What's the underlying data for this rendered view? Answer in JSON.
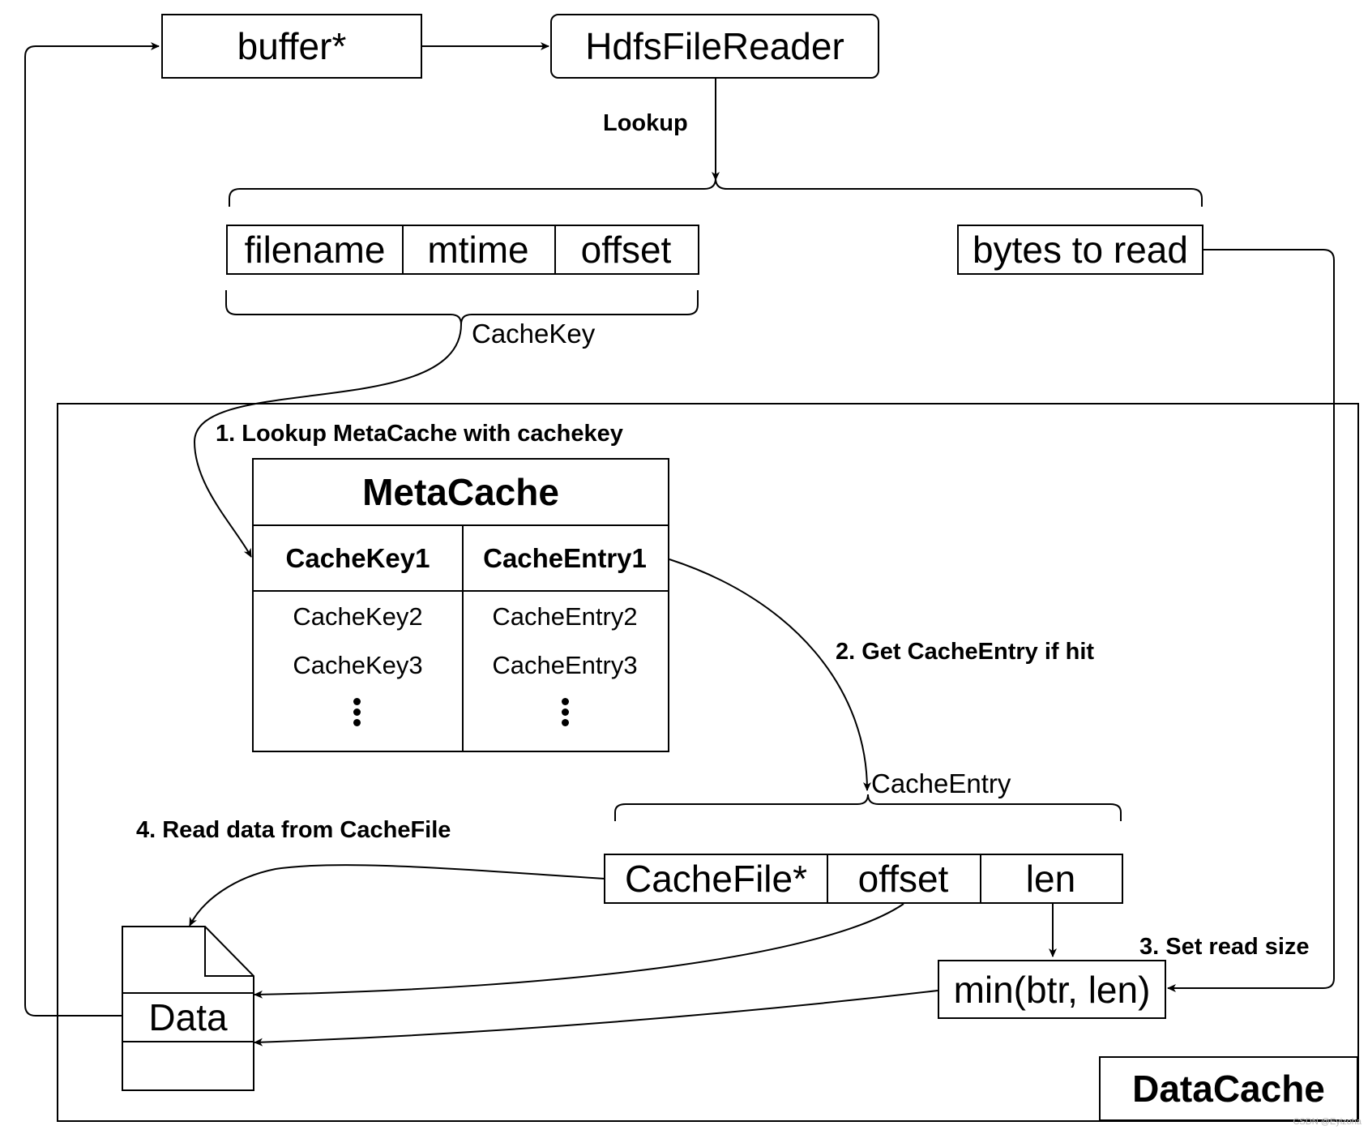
{
  "nodes": {
    "buffer": "buffer*",
    "hdfs_file_reader": "HdfsFileReader",
    "filename": "filename",
    "mtime": "mtime",
    "key_offset": "offset",
    "bytes_to_read": "bytes to read",
    "cache_file": "CacheFile*",
    "entry_offset": "offset",
    "len": "len",
    "min_box": "min(btr, len)",
    "data": "Data",
    "datacache": "DataCache"
  },
  "metacache": {
    "title": "MetaCache",
    "rows": [
      {
        "key": "CacheKey1",
        "entry": "CacheEntry1"
      },
      {
        "key": "CacheKey2",
        "entry": "CacheEntry2"
      },
      {
        "key": "CacheKey3",
        "entry": "CacheEntry3"
      }
    ]
  },
  "labels": {
    "lookup": "Lookup",
    "cachekey": "CacheKey",
    "cacheentry": "CacheEntry",
    "step1": "1. Lookup MetaCache with cachekey",
    "step2": "2. Get CacheEntry if hit",
    "step3": "3. Set read size",
    "step4": "4. Read data from CacheFile"
  },
  "watermark": "CSDN @Eyizoha"
}
